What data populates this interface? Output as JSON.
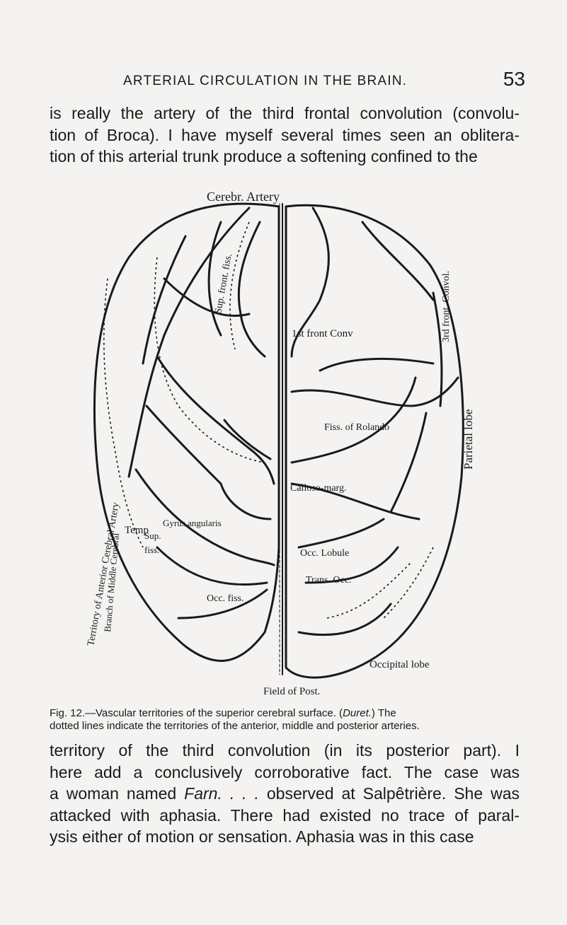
{
  "header": {
    "running_head": "ARTERIAL CIRCULATION IN THE BRAIN.",
    "page_number": "53"
  },
  "paragraph_top": {
    "lines": [
      "is really the artery of the third frontal convolution (convolu-",
      "tion of Broca). I have myself several times seen an oblitera-",
      "tion of this arterial trunk produce a softening confined to the"
    ]
  },
  "figure": {
    "labels": {
      "cerebral_artery": "Cerebr. Artery",
      "first_frontal_conv": "1st front Conv",
      "sup_front_fiss": "Sup. front. fiss.",
      "third_front_convol": "3rd front. Convol.",
      "parietal_lobe": "Parietal lobe",
      "temp": "Temp",
      "sup_angularis": "Sup.",
      "gyrus_angularis": "Gyrus angularis",
      "fiss": "fiss.",
      "occ_fiss": "Occ. fiss.",
      "occ_lobule": "Occ. Lobule",
      "trans_occ": "Trans. Occ.",
      "calloso_marg": "Calloso-marg.",
      "fiss_of_rolando": "Fiss. of Rolando",
      "occipital_lobe": "Occipital lobe",
      "field_of_post": "Field of Post.",
      "left_margin_text": "Territory of Anterior Cerebral Artery",
      "left_margin_text_2": "Branch of Middle Cerebral"
    }
  },
  "caption": {
    "line1_prefix": "Fig. 12.—Vascular territories of the superior cerebral surface.  (",
    "line1_author": "Duret.",
    "line1_suffix": ")  The",
    "line2": "dotted lines indicate the territories of the anterior, middle and posterior arteries."
  },
  "paragraph_bottom": {
    "line1": "territory of the third convolution (in its posterior part).  I",
    "line2": "here add a conclusively corroborative fact.  The case was",
    "line3_prefix": "a woman named ",
    "line3_name": "Farn. . . .",
    "line3_suffix": " observed at Salpêtrière.  She was",
    "line4": "attacked with aphasia.  There had existed no trace of paral-",
    "line5": "ysis either of motion or sensation.  Aphasia was in this case"
  }
}
